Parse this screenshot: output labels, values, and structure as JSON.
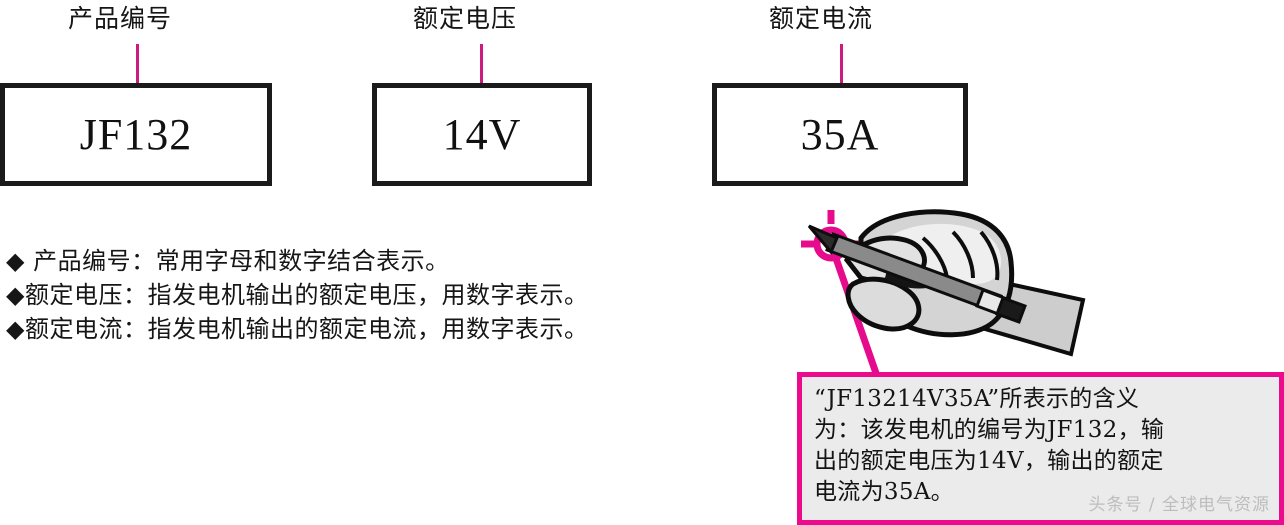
{
  "diagram": {
    "title_labels": [
      {
        "text": "产品编号"
      },
      {
        "text": "额定电压"
      },
      {
        "text": "额定电流"
      }
    ],
    "boxes": [
      {
        "value": "JF132"
      },
      {
        "value": "14V"
      },
      {
        "value": "35A"
      }
    ]
  },
  "bullets": [
    {
      "text": "◆ 产品编号：常用字母和数字结合表示。"
    },
    {
      "text": "◆额定电压：指发电机输出的额定电压，用数字表示。"
    },
    {
      "text": "◆额定电流：指发电机输出的额定电流，用数字表示。"
    }
  ],
  "callout": {
    "lines": [
      {
        "text": "“JF13214V35A”所表示的含义"
      },
      {
        "text": "为：该发电机的编号为JF132，输"
      },
      {
        "text": "出的额定电压为14V，输出的额定"
      },
      {
        "text": "电流为35A。"
      }
    ]
  },
  "watermark": {
    "text": "头条号 / 全球电气资源"
  },
  "colors": {
    "magenta_stem": "#cc1a7f",
    "callout_border": "#ec0b8c",
    "callout_fill": "#ebebeb",
    "box_border": "#1b1b1b",
    "text": "#141414",
    "watermark": "#bdbdbd"
  },
  "artwork": {
    "pointer_icon": "crosshair-target-icon",
    "hand_icon": "hand-holding-pencil-icon"
  }
}
